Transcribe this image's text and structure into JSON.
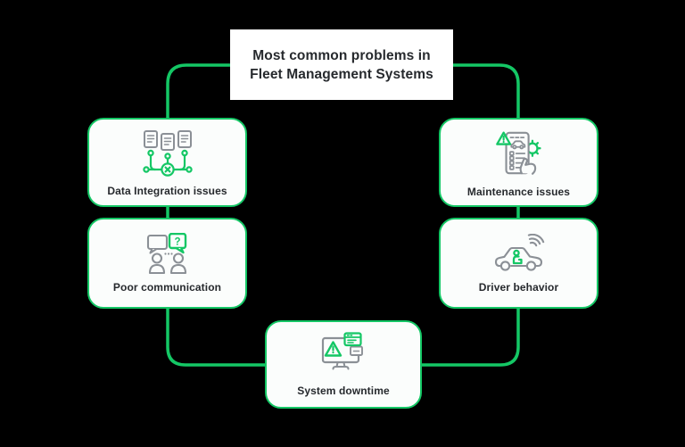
{
  "diagram": {
    "title": "Most common problems in Fleet Management Systems",
    "nodes": [
      {
        "label": "Data Integration issues",
        "icon": "data-integration-icon"
      },
      {
        "label": "Maintenance issues",
        "icon": "vehicle-maintenance-icon"
      },
      {
        "label": "Poor communication",
        "icon": "communication-icon"
      },
      {
        "label": "Driver behavior",
        "icon": "driver-behavior-icon"
      },
      {
        "label": "System downtime",
        "icon": "system-downtime-icon"
      }
    ],
    "glyphs": {
      "question_mark": "?"
    },
    "colors": {
      "accent_green": "#14c765",
      "card_background": "#fbfdfc",
      "title_background": "#ffffff",
      "text_dark": "#26292d",
      "icon_gray": "#8b9096",
      "canvas_background": "#000000"
    }
  }
}
